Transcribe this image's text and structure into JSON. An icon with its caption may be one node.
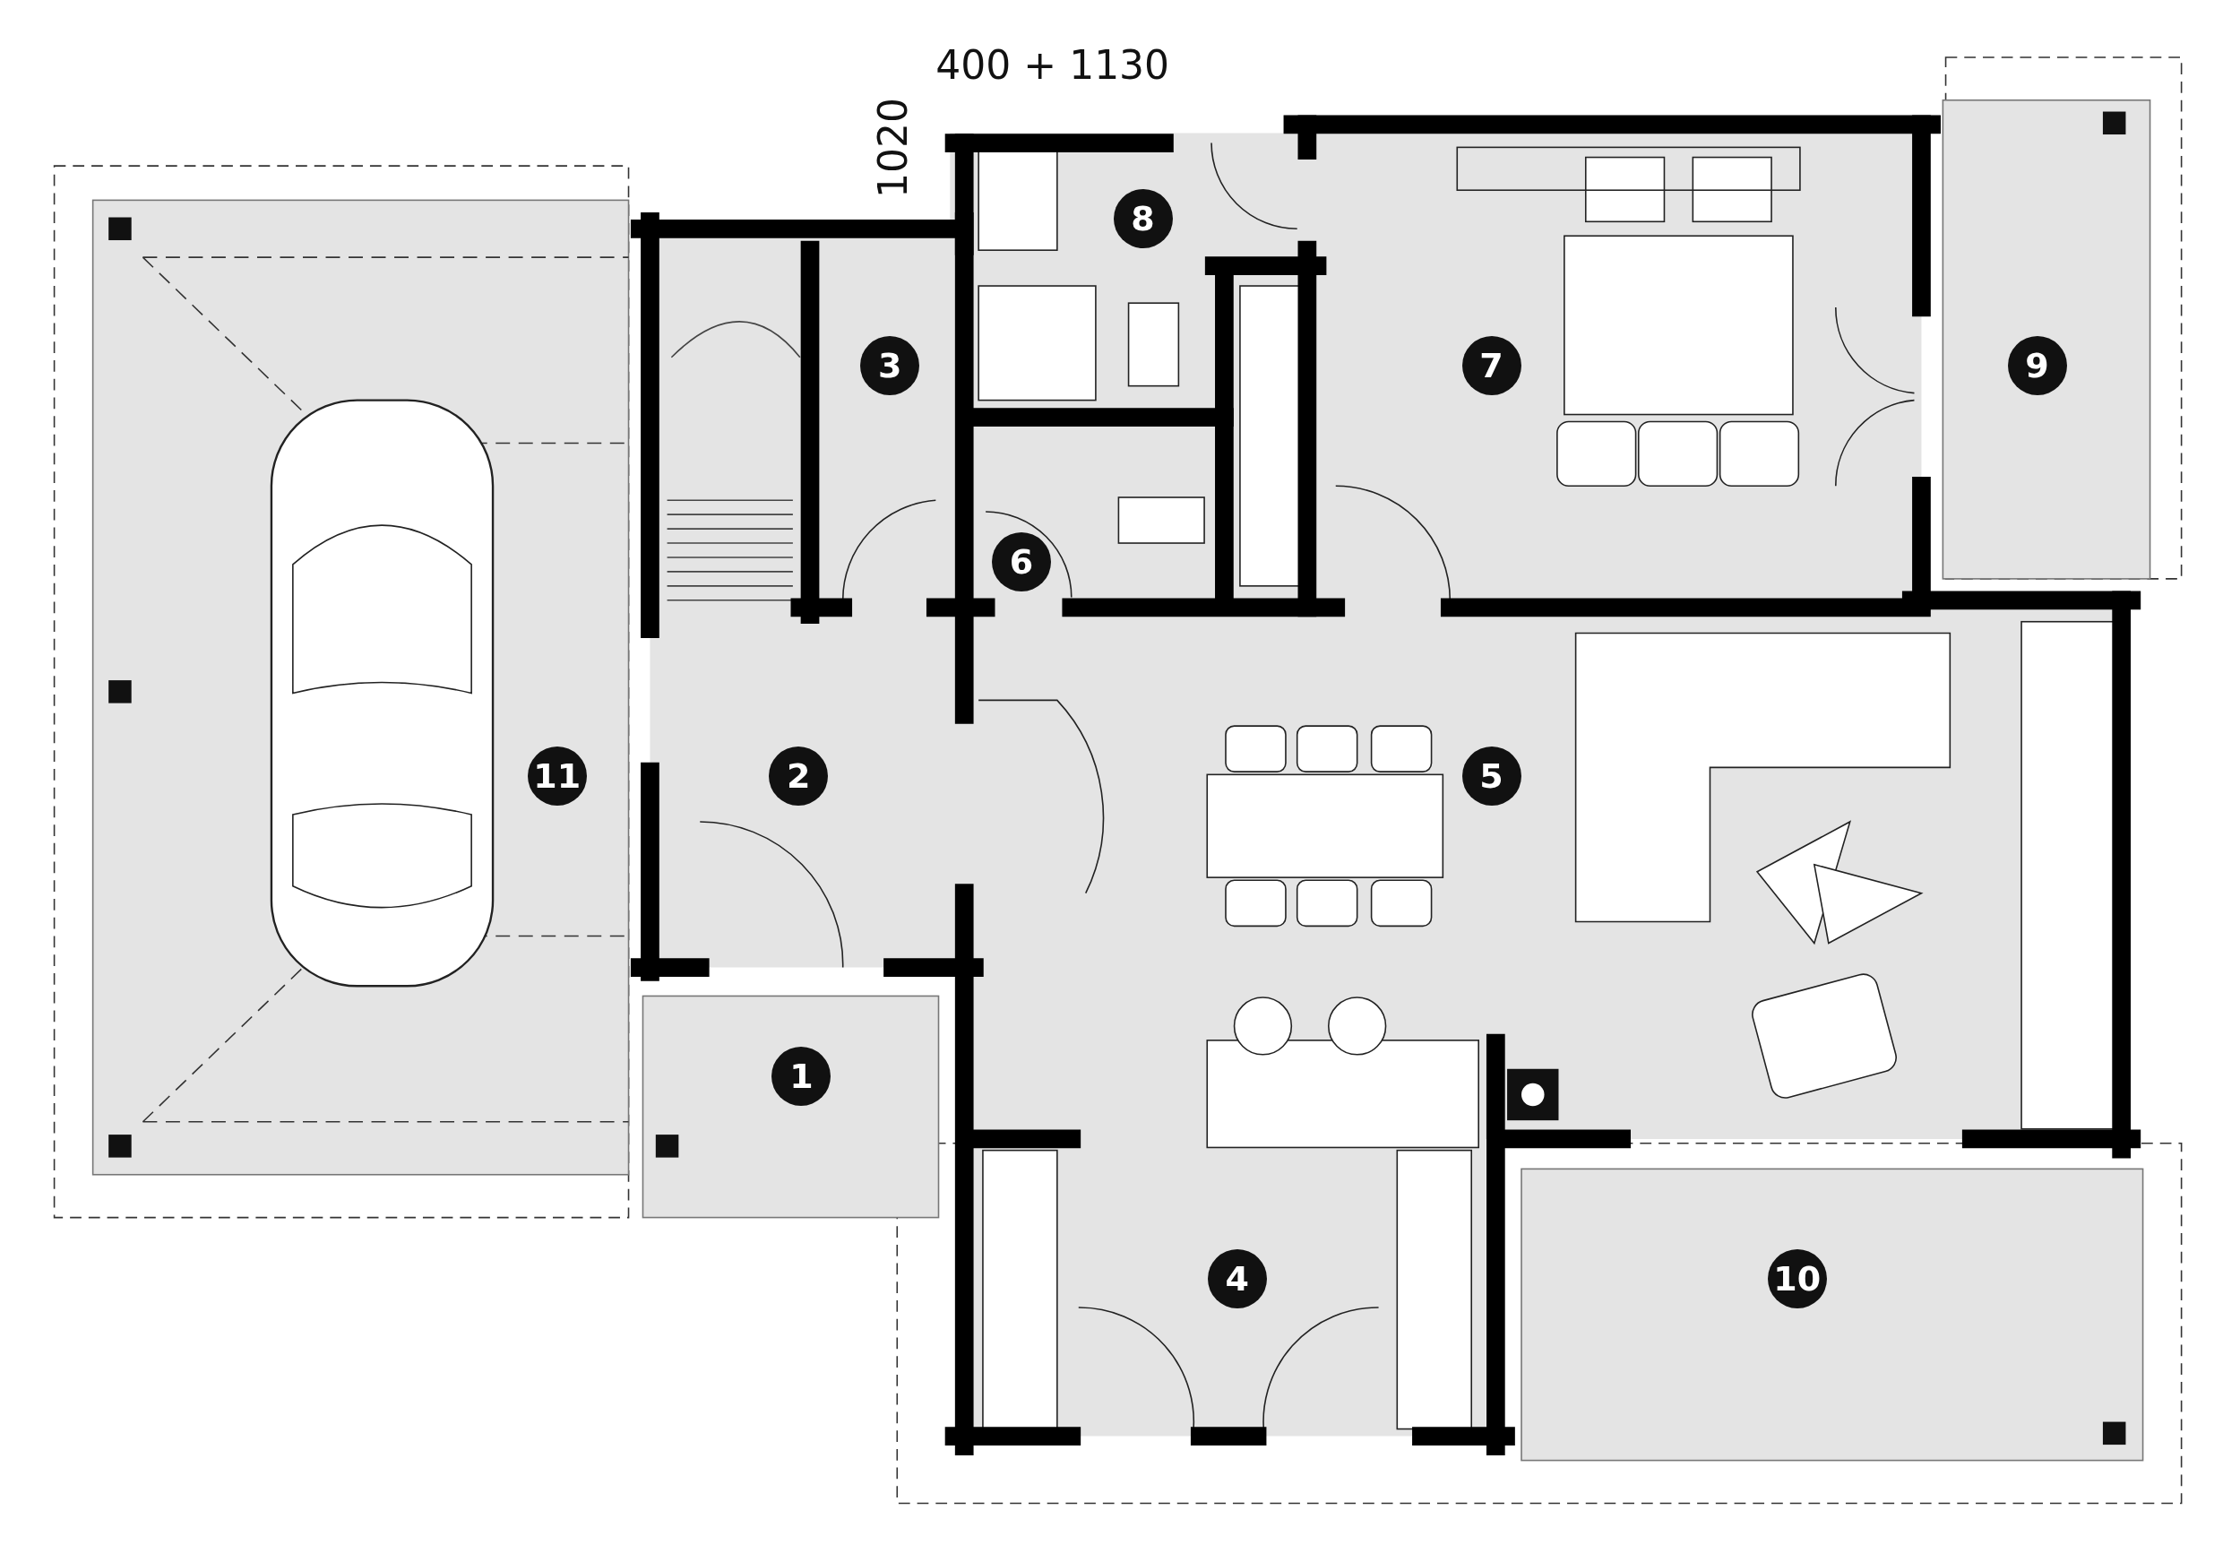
{
  "diagram": {
    "labels": [
      "400 + 1130",
      "1020",
      "8",
      "3",
      "7",
      "9",
      "6",
      "11",
      "2",
      "5",
      "1",
      "4",
      "10"
    ]
  }
}
